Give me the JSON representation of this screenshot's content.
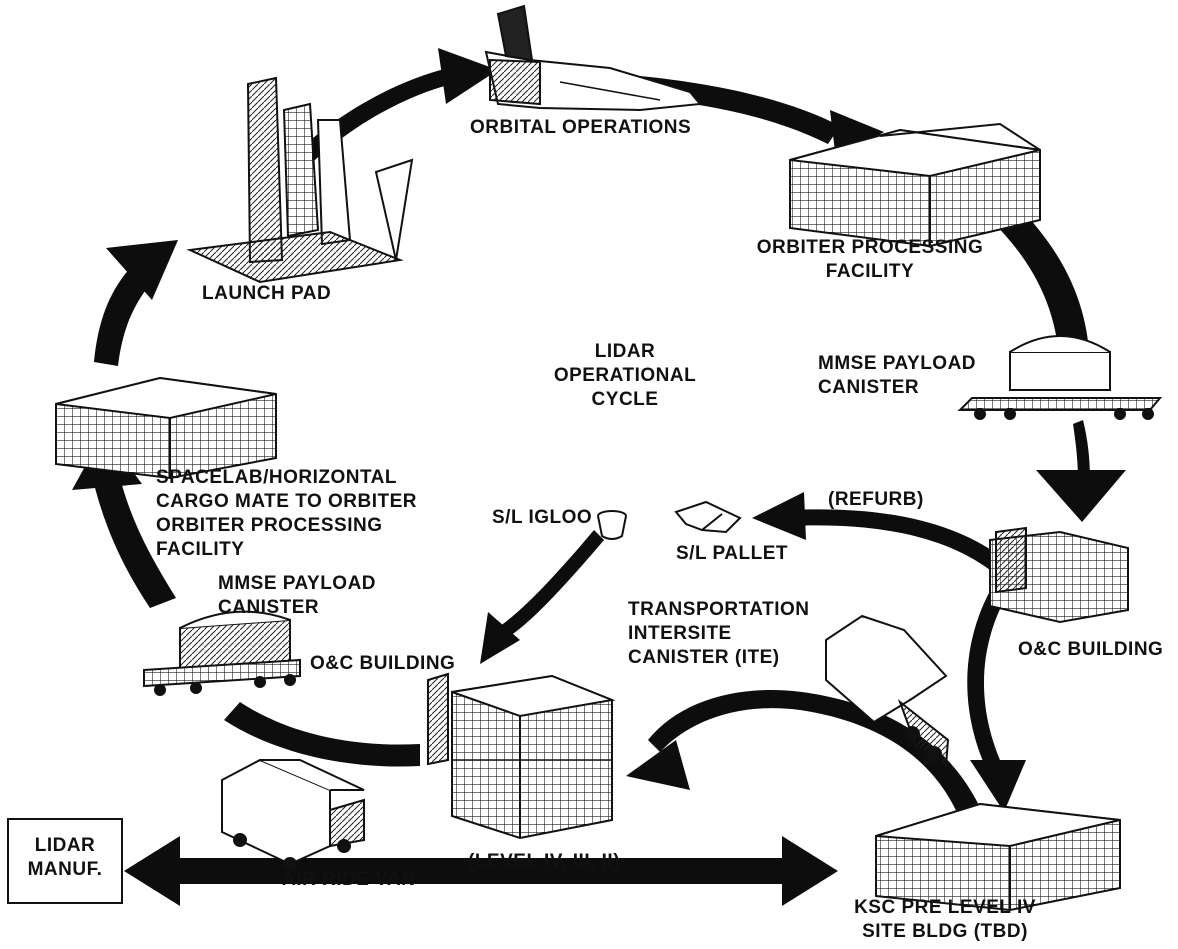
{
  "colors": {
    "ink": "#111111",
    "paper": "#ffffff",
    "arrow": "#0d0d0d"
  },
  "center_title": [
    "LIDAR",
    "OPERATIONAL",
    "CYCLE"
  ],
  "labels": {
    "orbital_operations": "ORBITAL OPERATIONS",
    "orbiter_processing_facility": [
      "ORBITER PROCESSING",
      "FACILITY"
    ],
    "mmse_payload_canister_right": [
      "MMSE PAYLOAD",
      "CANISTER"
    ],
    "refurb": "(REFURB)",
    "sl_pallet": "S/L PALLET",
    "oc_building_right": "O&C BUILDING",
    "transportation_intersite": [
      "TRANSPORTATION",
      "INTERSITE",
      "CANISTER (ITE)"
    ],
    "ksc_pre_level": [
      "KSC PRE LEVEL IV",
      "SITE BLDG (TBD)"
    ],
    "level": "(LEVEL IV, III, II)",
    "air_ride_van": "AIR RIDE VAN",
    "lidar_manuf": [
      "LIDAR",
      "MANUF."
    ],
    "oc_building_center": "O&C BUILDING",
    "sl_igloo": "S/L IGLOO",
    "mmse_payload_canister_left": [
      "MMSE PAYLOAD",
      "CANISTER"
    ],
    "spacelab": [
      "SPACELAB/HORIZONTAL",
      "CARGO MATE TO ORBITER",
      "ORBITER PROCESSING",
      "FACILITY"
    ],
    "launch_pad": "LAUNCH PAD"
  },
  "icons": [
    "space-shuttle-icon",
    "orbiter-processing-facility-icon",
    "payload-canister-icon",
    "sl-pallet-icon",
    "oc-building-icon",
    "ite-truck-icon",
    "ksc-site-building-icon",
    "oc-building-complex-icon",
    "air-ride-van-icon",
    "sl-igloo-icon",
    "spacelab-facility-icon",
    "launch-pad-icon"
  ]
}
